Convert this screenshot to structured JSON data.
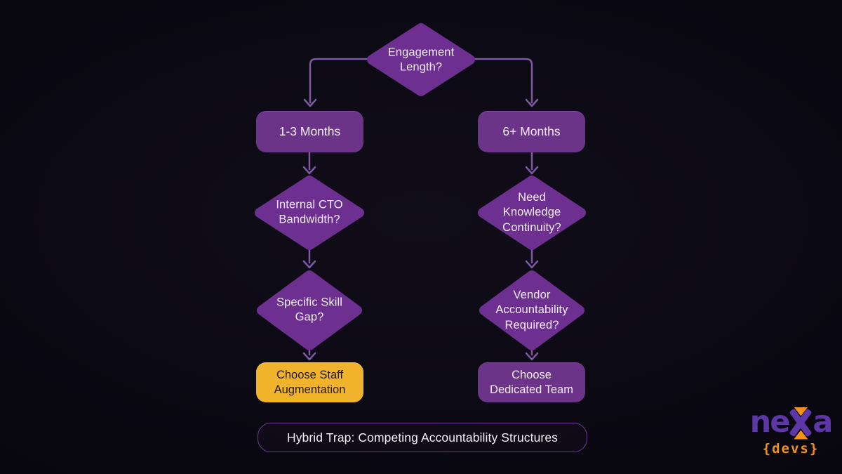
{
  "diagram": {
    "title_node": {
      "label": "Engagement Length?"
    },
    "left_branch": {
      "duration": {
        "label": "1-3 Months"
      },
      "q_bandwidth": {
        "label": "Internal CTO Bandwidth?"
      },
      "q_skill_gap": {
        "label": "Specific Skill Gap?"
      },
      "result": {
        "label": "Choose Staff Augmentation"
      }
    },
    "right_branch": {
      "duration": {
        "label": "6+ Months"
      },
      "q_continuity": {
        "label": "Need Knowledge Continuity?"
      },
      "q_accountability": {
        "label": "Vendor Accountability Required?"
      },
      "result": {
        "label": "Choose Dedicated Team"
      }
    },
    "warning": {
      "label": "Hybrid Trap: Competing Accountability Structures"
    }
  },
  "logo": {
    "word_start": "ne",
    "word_end": "a",
    "sub": "{devs}"
  },
  "colors": {
    "background": "#0b0913",
    "diamond_fill": "#6d2f90",
    "box_fill": "#6c3488",
    "result_yellow": "#f2b32c",
    "connector": "#7d58a3",
    "warning_border": "#6f3b92",
    "logo_purple": "#5d36a8",
    "logo_orange": "#f0921c",
    "text_light": "#f3eef7"
  }
}
